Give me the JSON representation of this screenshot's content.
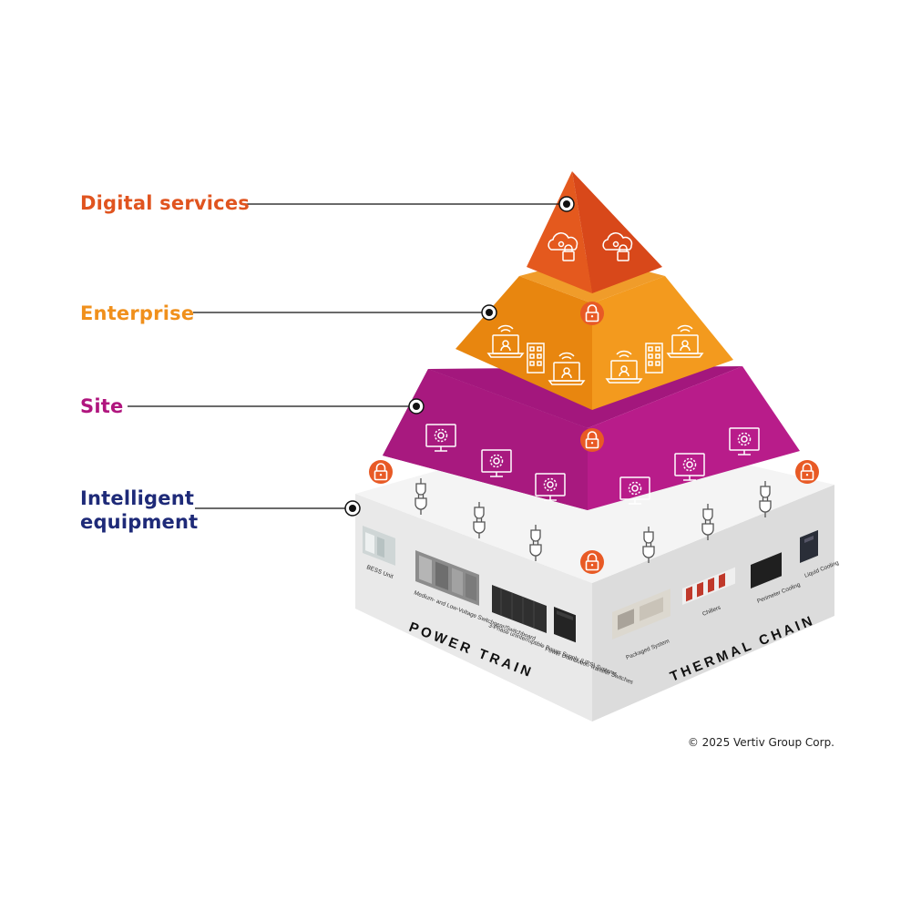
{
  "layers": {
    "digital_services": "Digital services",
    "enterprise": "Enterprise",
    "site": "Site",
    "intelligent_equipment": "Intelligent equipment"
  },
  "power_train": {
    "title": "POWER TRAIN",
    "items": [
      "BESS Unit",
      "Medium- and Low-Voltage Switchgear/Switchboard",
      "3-Phase uninterruptible Power Supply (UPS) Systems",
      "Power Distribution Transfer Switches"
    ]
  },
  "thermal_chain": {
    "title": "THERMAL CHAIN",
    "items": [
      "Packaged System",
      "Chillers",
      "Perimeter Cooling",
      "Liquid Cooling"
    ]
  },
  "copyright": "© 2025 Vertiv Group Corp.",
  "colors": {
    "digital": "#e0541f",
    "enterprise": "#f0901c",
    "site": "#b0157e",
    "equipment": "#1e2a78",
    "lock": "#e85a25",
    "base_light": "#ececec",
    "base_dark": "#d9d9d9"
  },
  "icons": {
    "digital": "cloud-lock-icon",
    "enterprise": [
      "laptop-wifi-user-icon",
      "building-icon"
    ],
    "site": "monitor-gear-icon",
    "connector": "plug-icon",
    "lock": "padlock-icon"
  }
}
